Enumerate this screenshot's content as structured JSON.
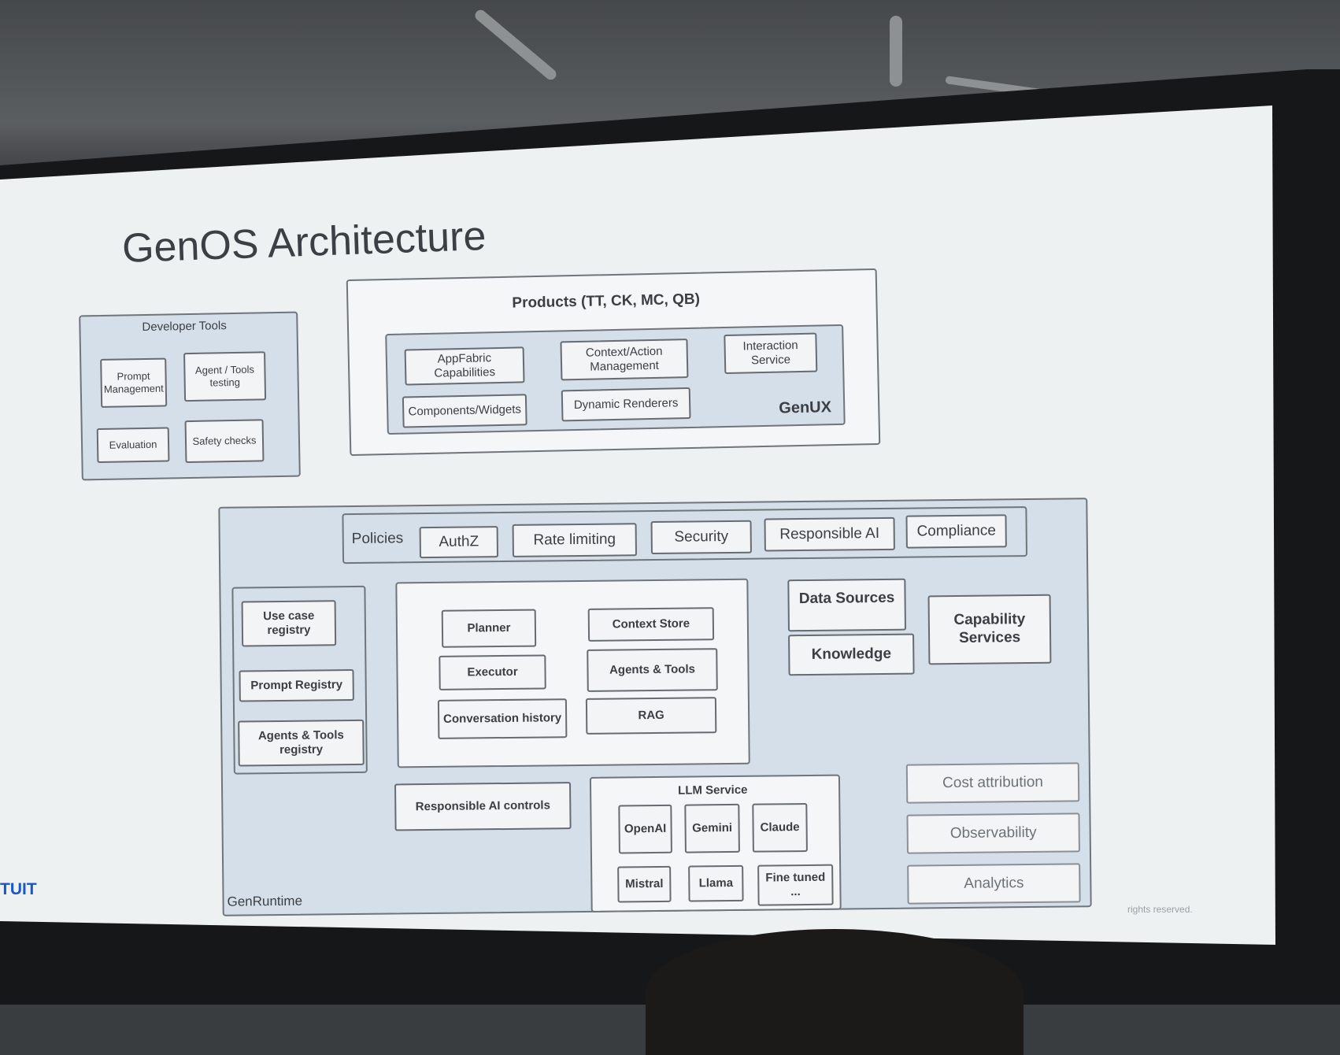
{
  "title": "GenOS Architecture",
  "developer_tools": {
    "label": "Developer Tools",
    "items": [
      "Prompt Management",
      "Agent / Tools testing",
      "Evaluation",
      "Safety checks"
    ]
  },
  "products": {
    "label": "Products (TT, CK, MC, QB)",
    "genux": {
      "label": "GenUX",
      "items": [
        "AppFabric Capabilities",
        "Context/Action Management",
        "Interaction Service",
        "Components/Widgets",
        "Dynamic Renderers"
      ]
    }
  },
  "genruntime": {
    "label": "GenRuntime",
    "policies": {
      "label": "Policies",
      "items": [
        "AuthZ",
        "Rate limiting",
        "Security",
        "Responsible AI",
        "Compliance"
      ]
    },
    "registries": [
      "Use case registry",
      "Prompt Registry",
      "Agents & Tools registry"
    ],
    "orchestrator": [
      "Planner",
      "Context Store",
      "Executor",
      "Agents & Tools",
      "Conversation history",
      "RAG"
    ],
    "data": [
      "Data Sources",
      "Knowledge"
    ],
    "capability_services": "Capability Services",
    "responsible_ai_controls": "Responsible AI controls",
    "llm_service": {
      "label": "LLM Service",
      "models": [
        "OpenAI",
        "Gemini",
        "Claude",
        "Mistral",
        "Llama",
        "Fine tuned ..."
      ]
    },
    "ops": [
      "Cost attribution",
      "Observability",
      "Analytics"
    ]
  },
  "logo_text": "TUIT",
  "footer": "rights reserved."
}
